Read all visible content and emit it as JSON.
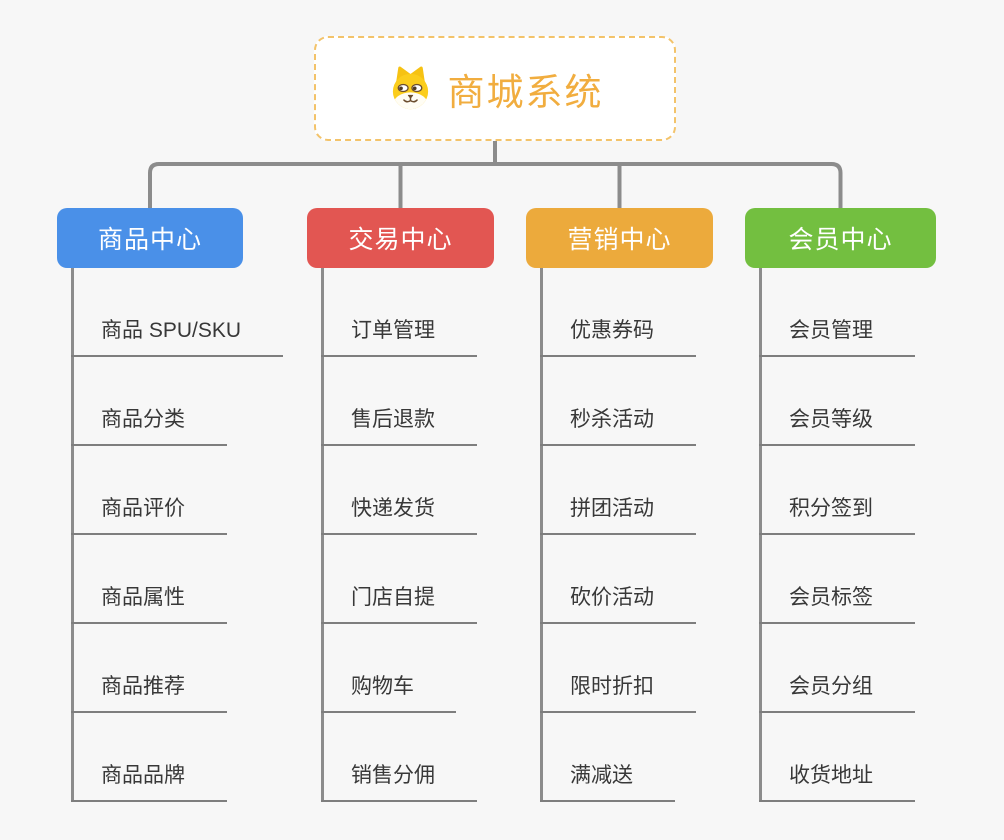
{
  "root": {
    "title": "商城系统",
    "icon": "dog-face-icon",
    "title_color": "#f1ad3f",
    "border_color": "#f3c36a"
  },
  "connector_color": "#8c8c8c",
  "background_color": "#f7f7f7",
  "branches": [
    {
      "label": "商品中心",
      "color": "#4a90e8",
      "children": [
        "商品 SPU/SKU",
        "商品分类",
        "商品评价",
        "商品属性",
        "商品推荐",
        "商品品牌"
      ]
    },
    {
      "label": "交易中心",
      "color": "#e25652",
      "children": [
        "订单管理",
        "售后退款",
        "快递发货",
        "门店自提",
        "购物车",
        "销售分佣"
      ]
    },
    {
      "label": "营销中心",
      "color": "#ecaa3c",
      "children": [
        "优惠券码",
        "秒杀活动",
        "拼团活动",
        "砍价活动",
        "限时折扣",
        "满减送"
      ]
    },
    {
      "label": "会员中心",
      "color": "#73bf40",
      "children": [
        "会员管理",
        "会员等级",
        "积分签到",
        "会员标签",
        "会员分组",
        "收货地址"
      ]
    }
  ]
}
